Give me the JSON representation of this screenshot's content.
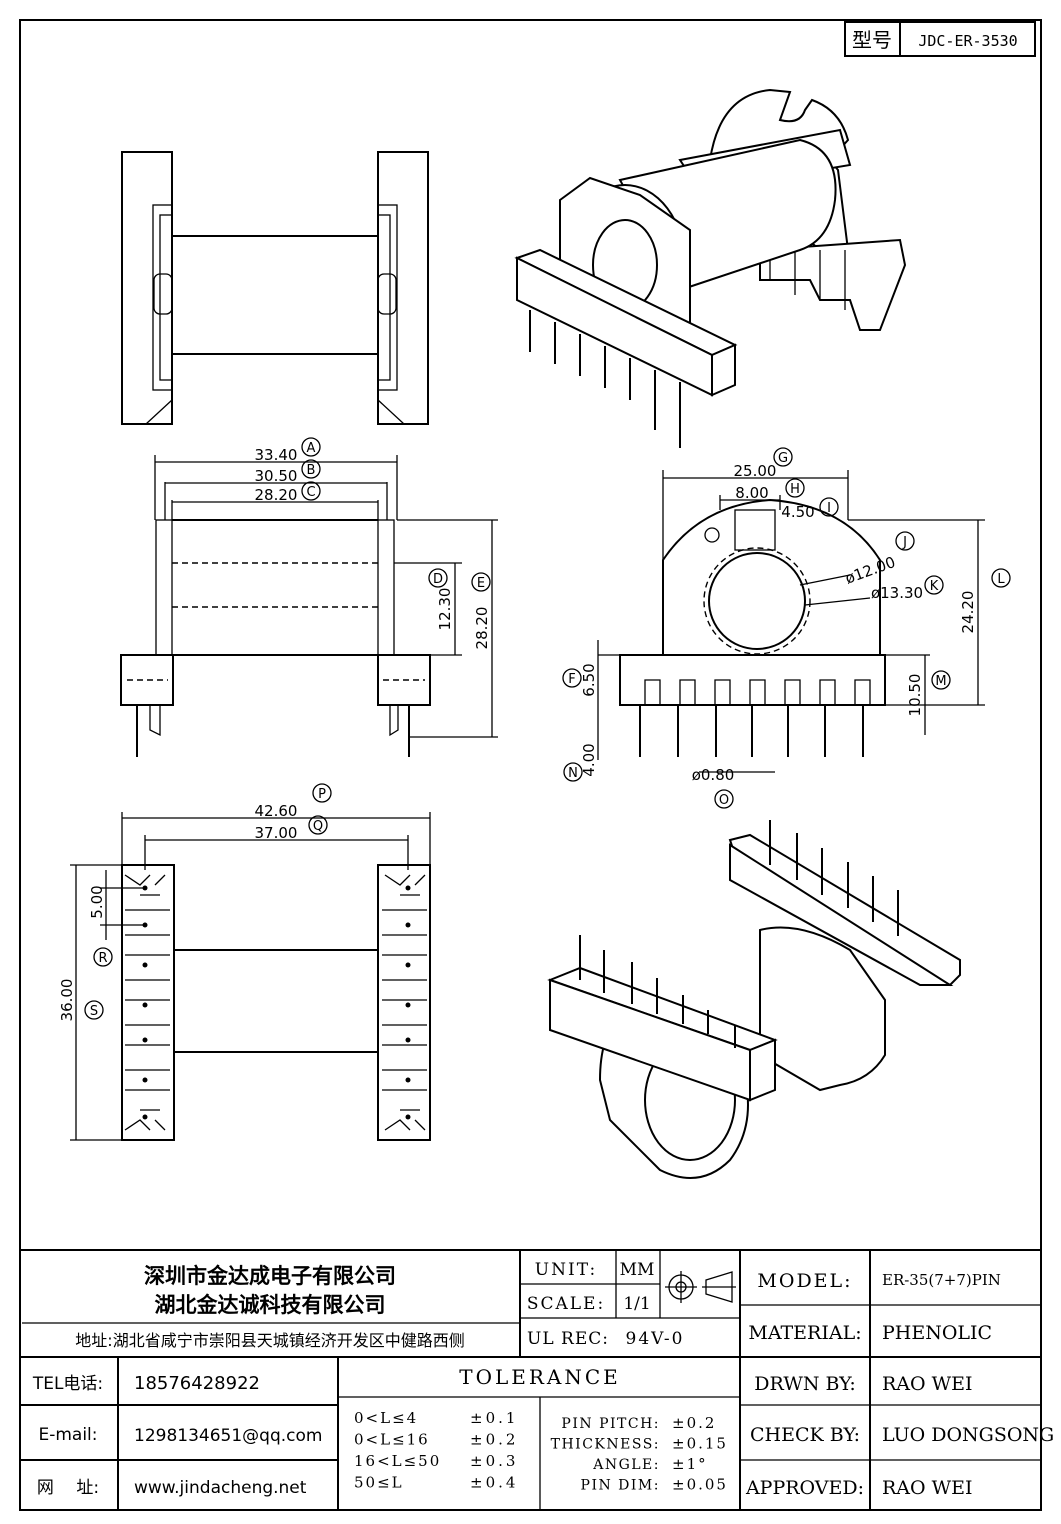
{
  "model_box": {
    "label": "型号",
    "value": "JDC-ER-3530"
  },
  "dims": {
    "A": "33.40",
    "B": "30.50",
    "C": "28.20",
    "D": "12.30",
    "E": "28.20",
    "F": "6.50",
    "G": "25.00",
    "H": "8.00",
    "I": "4.50",
    "J": "ø12.00",
    "K": "ø13.30",
    "L": "24.20",
    "M": "10.50",
    "N": "4.00",
    "O": "ø0.80",
    "P": "42.60",
    "Q": "37.00",
    "R": "5.00",
    "S": "36.00"
  },
  "dim_letters": [
    "A",
    "B",
    "C",
    "D",
    "E",
    "F",
    "G",
    "H",
    "I",
    "J",
    "K",
    "L",
    "M",
    "N",
    "O",
    "P",
    "Q",
    "R",
    "S"
  ],
  "title_block": {
    "company1": "深圳市金达成电子有限公司",
    "company2": "湖北金达诚科技有限公司",
    "address": "地址:湖北省咸宁市崇阳县天城镇经济开发区中健路西侧",
    "tel_label": "TEL电话:",
    "tel": "18576428922",
    "email_label": "E-mail:",
    "email": "1298134651@qq.com",
    "web_label": "网　 址:",
    "web": "www.jindacheng.net",
    "unit_label": "UNIT:",
    "unit": "MM",
    "scale_label": "SCALE:",
    "scale": "1/1",
    "ulrec_label": "UL REC:",
    "ulrec": "94V-0",
    "tolerance_title": "TOLERANCE",
    "tol_rows": [
      {
        "range": "0<L≤4",
        "val": "±0.1"
      },
      {
        "range": "0<L≤16",
        "val": "±0.2"
      },
      {
        "range": "16<L≤50",
        "val": "±0.3"
      },
      {
        "range": "50≤L",
        "val": "±0.4"
      }
    ],
    "tol_extra": [
      {
        "label": "PIN PITCH:",
        "val": "±0.2"
      },
      {
        "label": "THICKNESS:",
        "val": "±0.15"
      },
      {
        "label": "ANGLE:",
        "val": "±1°"
      },
      {
        "label": "PIN DIM:",
        "val": "±0.05"
      }
    ],
    "model_label": "MODEL:",
    "model": "ER-35(7+7)PIN",
    "material_label": "MATERIAL:",
    "material": "PHENOLIC",
    "drawn_label": "DRWN BY:",
    "drawn": "RAO WEI",
    "check_label": "CHECK BY:",
    "check": "LUO DONGSONG",
    "approved_label": "APPROVED:",
    "approved": "RAO WEI"
  }
}
